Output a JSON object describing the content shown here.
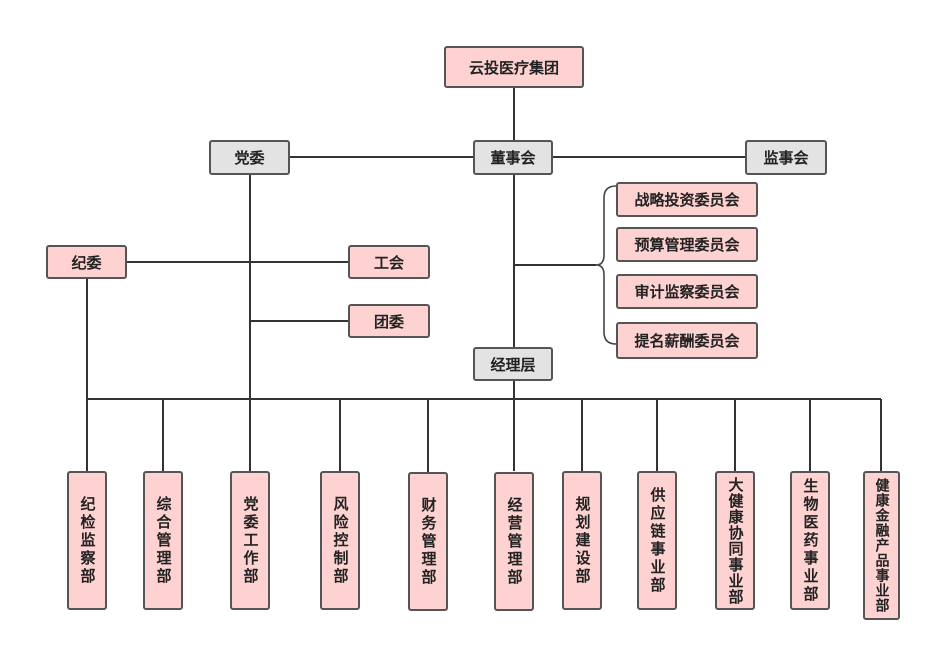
{
  "colors": {
    "pink_fill": "#ffd2d2",
    "gray_fill": "#e3e3e3",
    "border": "#555555",
    "line": "#333333"
  },
  "nodes": {
    "group": "云投医疗集团",
    "party_committee": "党委",
    "board": "董事会",
    "supervisory_board": "监事会",
    "discipline_committee": "纪委",
    "labor_union": "工会",
    "youth_league": "团委",
    "management": "经理层"
  },
  "board_committees": [
    "战略投资委员会",
    "预算管理委员会",
    "审计监察委员会",
    "提名薪酬委员会"
  ],
  "departments": [
    "纪检监察部",
    "综合管理部",
    "党委工作部",
    "风险控制部",
    "财务管理部",
    "经营管理部",
    "规划建设部",
    "供应链事业部",
    "大健康协同事业部",
    "生物医药事业部",
    "健康金融产品事业部"
  ]
}
